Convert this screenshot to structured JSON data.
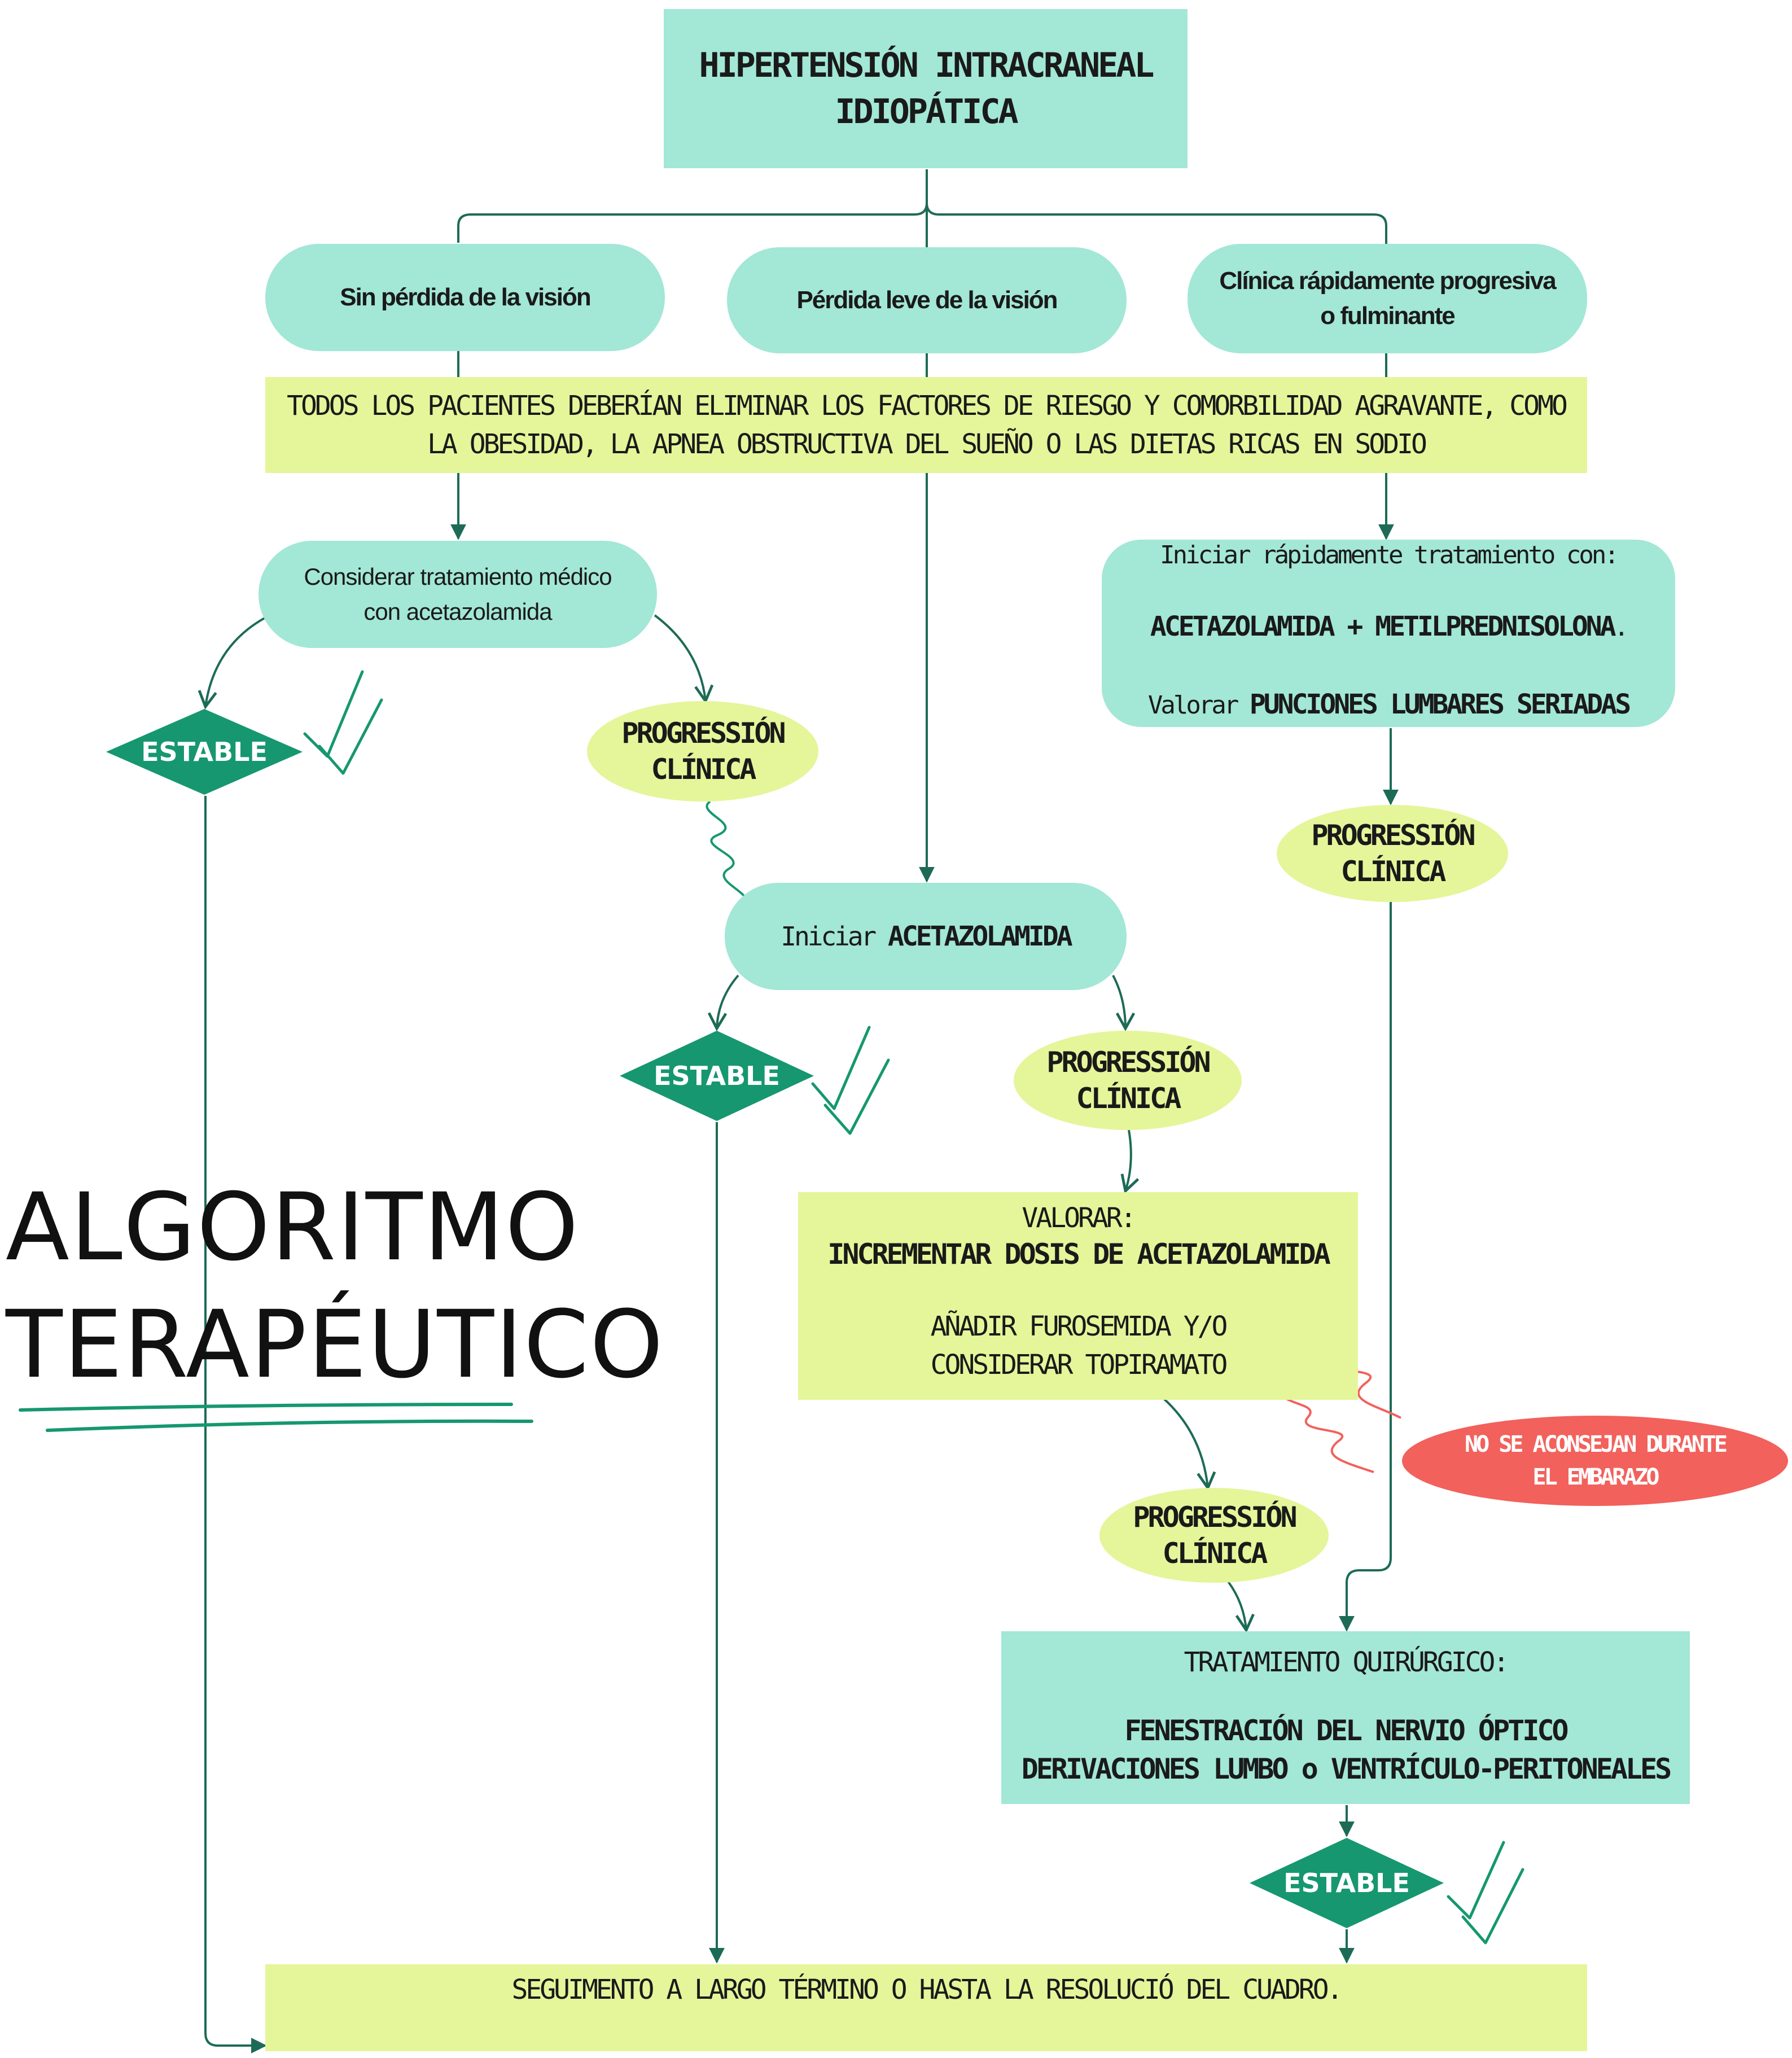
{
  "title": "HIPERTENSIÓN INTRACRANEAL IDIOPÁTICA",
  "branches": {
    "left": "Sin pérdida de la visión",
    "center": "Pérdida leve de la visión",
    "right_line1": "Clínica rápidamente progresiva",
    "right_line2": "o fulminante"
  },
  "risk_factors": {
    "line1": "TODOS LOS PACIENTES DEBERÍAN ELIMINAR LOS FACTORES DE RIESGO Y COMORBILIDAD AGRAVANTE, COMO",
    "line2": "LA OBESIDAD, LA APNEA OBSTRUCTIVA DEL SUEÑO O LAS DIETAS RICAS EN SODIO"
  },
  "consider_medical": {
    "line1": "Considerar tratamiento médico",
    "line2": "con acetazolamida"
  },
  "rapid_treatment": {
    "intro": "Iniciar rápidamente tratamiento con:",
    "drugs": "ACETAZOLAMIDA + METILPREDNISOLONA",
    "drugs_suffix": ".",
    "assess_prefix": "Valorar ",
    "assess_bold": "PUNCIONES LUMBARES SERIADAS"
  },
  "stable_label": "ESTABLE",
  "progression": {
    "line1": "PROGRESSIÓN",
    "line2": "CLÍNICA"
  },
  "start_acetazolamide": {
    "prefix": "Iniciar ",
    "bold": "ACETAZOLAMIDA"
  },
  "assess_box": {
    "heading": "VALORAR:",
    "increase": "INCREMENTAR DOSIS DE ACETAZOLAMIDA",
    "add_line1": "AÑADIR FUROSEMIDA Y/O",
    "add_line2": "CONSIDERAR TOPIRAMATO"
  },
  "pregnancy_warning": {
    "line1": "NO SE ACONSEJAN DURANTE",
    "line2": "EL EMBARAZO"
  },
  "surgery": {
    "heading": "TRATAMIENTO QUIRÚRGICO:",
    "line1": "FENESTRACIÓN DEL NERVIO ÓPTICO",
    "line2": "DERIVACIONES LUMBO o VENTRÍCULO-PERITONEALES"
  },
  "follow_up": "SEGUIMENTO A LARGO TÉRMINO O HASTA LA RESOLUCIÓ DEL CUADRO.",
  "big_title": {
    "line1": "ALGORITMO",
    "line2": "TERAPÉUTICO"
  },
  "colors": {
    "teal_box": "#a3e7d6",
    "lime_box": "#e5f59a",
    "diamond": "#16976f",
    "connector": "#1d6b56",
    "warning": "#f2615c"
  }
}
